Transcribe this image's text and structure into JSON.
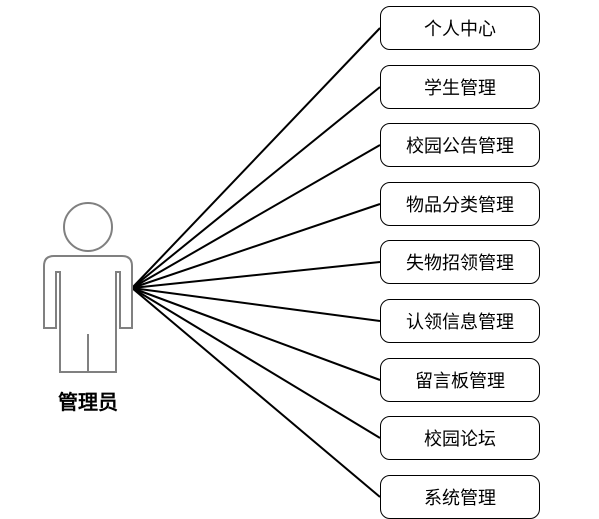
{
  "actor": {
    "label": "管理员"
  },
  "use_cases": [
    {
      "label": "个人中心"
    },
    {
      "label": "学生管理"
    },
    {
      "label": "校园公告管理"
    },
    {
      "label": "物品分类管理"
    },
    {
      "label": "失物招领管理"
    },
    {
      "label": "认领信息管理"
    },
    {
      "label": "留言板管理"
    },
    {
      "label": "校园论坛"
    },
    {
      "label": "系统管理"
    }
  ]
}
